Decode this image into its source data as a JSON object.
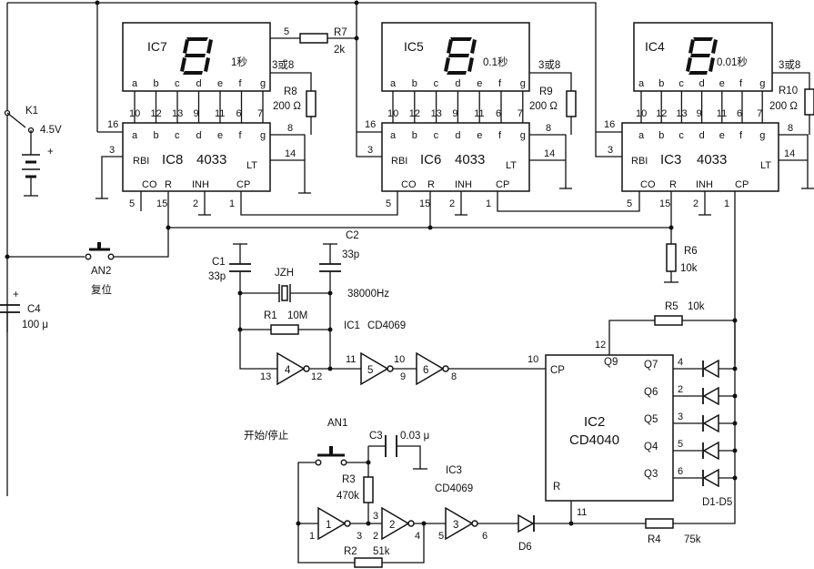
{
  "diagram": {
    "displays": [
      {
        "name": "IC7",
        "caption": "1秒",
        "sel": "3或8"
      },
      {
        "name": "IC5",
        "caption": "0.1秒",
        "sel": "3或8"
      },
      {
        "name": "IC4",
        "caption": "0.01秒",
        "sel": "3或8"
      }
    ],
    "seg_labels": [
      "a",
      "b",
      "c",
      "d",
      "e",
      "f",
      "g"
    ],
    "seg_pins": [
      "10",
      "12",
      "13",
      "9",
      "11",
      "6",
      "7"
    ],
    "counters": [
      {
        "name": "IC8",
        "chip": "4033"
      },
      {
        "name": "IC6",
        "chip": "4033"
      },
      {
        "name": "IC3",
        "chip": "4033"
      }
    ],
    "counter_pins": {
      "rbi": "RBI",
      "lt": "LT",
      "co": "CO",
      "r": "R",
      "inh": "INH",
      "cp": "CP",
      "p16": "16",
      "p3": "3",
      "p8": "8",
      "p14": "14",
      "p5": "5",
      "p15": "15",
      "p2": "2",
      "p1": "1"
    },
    "resistors": {
      "r7": "R7",
      "r7_val": "2k",
      "r8": "R8",
      "r8_val": "200 Ω",
      "r9": "R9",
      "r9_val": "200 Ω",
      "r10": "R10",
      "r10_val": "200 Ω",
      "r6": "R6",
      "r6_val": "10k",
      "r1": "R1",
      "r1_val": "10M",
      "r5": "R5",
      "r5_val": "10k",
      "r3": "R3",
      "r3_val": "470k",
      "r2": "R2",
      "r2_val": "51k",
      "r4": "R4",
      "r4_val": "75k"
    },
    "caps": {
      "c1": "C1",
      "c1_val": "33p",
      "c2": "C2",
      "c2_val": "33p",
      "c3": "C3",
      "c3_val": "0.03 μ",
      "c4": "C4",
      "c4_val": "100 μ"
    },
    "crystal": {
      "name": "JZH",
      "freq": "38000Hz"
    },
    "power": {
      "switch": "K1",
      "voltage": "4.5V",
      "plus": "+"
    },
    "buttons": {
      "an2": "AN2",
      "an2_label": "复位",
      "an1": "AN1",
      "an1_label": "开始/停止"
    },
    "ic1": {
      "name": "IC1",
      "chip": "CD4069"
    },
    "ic3b": {
      "name": "IC3",
      "chip": "CD4069"
    },
    "ic2": {
      "name": "IC2",
      "chip": "CD4040",
      "cp": "CP",
      "r": "R",
      "outputs": [
        "Q9",
        "Q7",
        "Q6",
        "Q5",
        "Q4",
        "Q3"
      ],
      "out_pins": [
        "12",
        "4",
        "2",
        "3",
        "5",
        "6"
      ],
      "cp_pin": "10",
      "r_pin": "11"
    },
    "gates": {
      "g4": "4",
      "g5": "5",
      "g6": "6",
      "g1": "1",
      "g2": "2",
      "g3": "3",
      "p13": "13",
      "p12": "12",
      "p11": "11",
      "p10": "10",
      "p9": "9",
      "p8": "8",
      "q1": "1",
      "q3a": "3",
      "q2": "2",
      "q4": "4",
      "q5": "5",
      "q6": "6"
    },
    "diodes": {
      "d1d5": "D1-D5",
      "d6": "D6"
    }
  }
}
